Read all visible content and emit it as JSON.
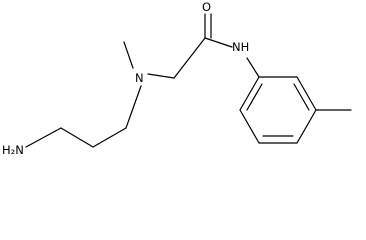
{
  "molecule": {
    "atoms": {
      "oxygen": "O",
      "amide_nitrogen_label": "NH",
      "amine_nitrogen": "N",
      "amine_label": "H₂N"
    }
  }
}
